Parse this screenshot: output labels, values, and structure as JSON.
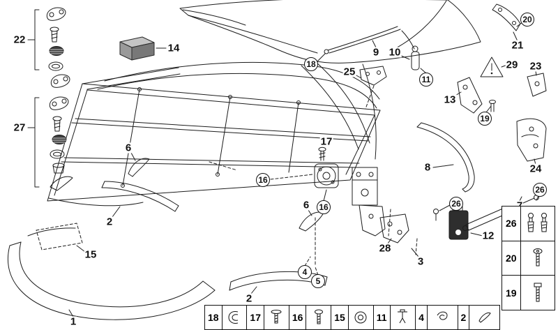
{
  "figure": {
    "background": "#ffffff",
    "line_color": "#1c1c1c",
    "foam_block_color": "#8a8a8a"
  },
  "callouts": {
    "c22": {
      "label": "22"
    },
    "c27": {
      "label": "27"
    },
    "c14": {
      "label": "14"
    },
    "c6a": {
      "label": "6"
    },
    "c2a": {
      "label": "2"
    },
    "c15": {
      "label": "15"
    },
    "c1": {
      "label": "1"
    },
    "c9": {
      "label": "9"
    },
    "c10": {
      "label": "10"
    },
    "c25": {
      "label": "25"
    },
    "c18": {
      "label": "18"
    },
    "c11": {
      "label": "11"
    },
    "c13": {
      "label": "13"
    },
    "c29": {
      "label": "29"
    },
    "c23": {
      "label": "23"
    },
    "c21": {
      "label": "21"
    },
    "c20": {
      "label": "20"
    },
    "c19": {
      "label": "19"
    },
    "c17": {
      "label": "17"
    },
    "c8": {
      "label": "8"
    },
    "c24": {
      "label": "24"
    },
    "c16a": {
      "label": "16"
    },
    "c16b": {
      "label": "16"
    },
    "c26a": {
      "label": "26"
    },
    "c26b": {
      "label": "26"
    },
    "c7": {
      "label": "7"
    },
    "c12": {
      "label": "12"
    },
    "c28": {
      "label": "28"
    },
    "c3": {
      "label": "3"
    },
    "c6b": {
      "label": "6"
    },
    "c2b": {
      "label": "2"
    },
    "c4": {
      "label": "4"
    },
    "c5": {
      "label": "5"
    }
  },
  "bottom_legend": {
    "items": [
      {
        "label": "18",
        "icon": "clip-icon"
      },
      {
        "label": "17",
        "icon": "rivet-icon"
      },
      {
        "label": "16",
        "icon": "screw-icon"
      },
      {
        "label": "15",
        "icon": "grommet-icon"
      },
      {
        "label": "11",
        "icon": "expanding-rivet-icon"
      },
      {
        "label": "4",
        "icon": "spring-clip-icon"
      },
      {
        "label": "2",
        "icon": "seal-clip-icon"
      }
    ]
  },
  "right_legend": {
    "items": [
      {
        "label": "26",
        "icon": "ball-stud-icon"
      },
      {
        "label": "20",
        "icon": "torx-screw-icon"
      },
      {
        "label": "19",
        "icon": "screw-icon"
      }
    ]
  }
}
